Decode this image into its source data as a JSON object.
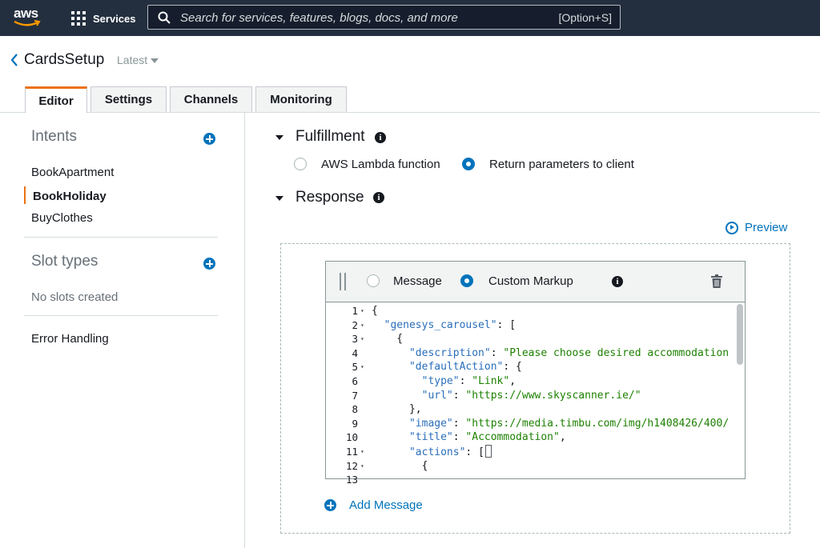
{
  "topnav": {
    "logo": "aws",
    "services_label": "Services",
    "search_placeholder": "Search for services, features, blogs, docs, and more",
    "search_shortcut": "[Option+S]"
  },
  "header": {
    "bot_name": "CardsSetup",
    "version": "Latest"
  },
  "tabs": [
    {
      "label": "Editor",
      "active": true
    },
    {
      "label": "Settings",
      "active": false
    },
    {
      "label": "Channels",
      "active": false
    },
    {
      "label": "Monitoring",
      "active": false
    }
  ],
  "sidebar": {
    "intents_heading": "Intents",
    "intents": [
      "BookApartment",
      "BookHoliday",
      "BuyClothes"
    ],
    "selected_intent": "BookHoliday",
    "slot_types_heading": "Slot types",
    "no_slots": "No slots created",
    "error_handling": "Error Handling"
  },
  "fulfillment": {
    "title": "Fulfillment",
    "options": [
      "AWS Lambda function",
      "Return parameters to client"
    ],
    "selected": "Return parameters to client"
  },
  "response": {
    "title": "Response",
    "preview_label": "Preview",
    "card": {
      "options": [
        "Message",
        "Custom Markup"
      ],
      "selected": "Custom Markup"
    },
    "add_message_label": "Add Message"
  },
  "editor_lines": [
    {
      "n": "1",
      "fold": true,
      "text": "{"
    },
    {
      "n": "2",
      "fold": true,
      "text": "  \"genesys_carousel\": ["
    },
    {
      "n": "3",
      "fold": true,
      "text": "    {"
    },
    {
      "n": "4",
      "fold": false,
      "text": "      \"description\": \"Please choose desired accommodation"
    },
    {
      "n": "5",
      "fold": true,
      "text": "      \"defaultAction\": {"
    },
    {
      "n": "6",
      "fold": false,
      "text": "        \"type\": \"Link\","
    },
    {
      "n": "7",
      "fold": false,
      "text": "        \"url\": \"https://www.skyscanner.ie/\""
    },
    {
      "n": "8",
      "fold": false,
      "text": "      },"
    },
    {
      "n": "9",
      "fold": false,
      "text": "      \"image\": \"https://media.timbu.com/img/h1408426/400/"
    },
    {
      "n": "10",
      "fold": false,
      "text": "      \"title\": \"Accommodation\","
    },
    {
      "n": "11",
      "fold": true,
      "text": "      \"actions\": ["
    },
    {
      "n": "12",
      "fold": true,
      "text": "        {"
    },
    {
      "n": "13",
      "fold": false,
      "text": ""
    }
  ],
  "colors": {
    "nav_bg": "#232f3e",
    "accent": "#ec7211",
    "link": "#0073bb",
    "json_key": "#2a6ebb",
    "json_string": "#1d8102"
  }
}
